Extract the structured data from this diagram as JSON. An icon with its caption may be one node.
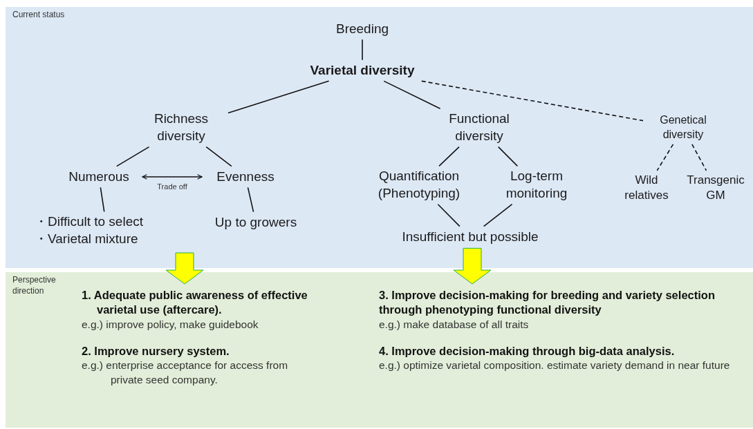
{
  "diagram": {
    "nodes": [
      {
        "text": [
          "Current status"
        ]
      },
      {
        "text": [
          "Breeding"
        ],
        "in": 0
      },
      {
        "text": [
          "Varietal diversity"
        ],
        "in": 0
      },
      {
        "text": [
          "Richness diversity"
        ],
        "in": 0
      },
      {
        "text": [
          "Functional diversity"
        ],
        "in": 0
      },
      {
        "text": [
          "Genetical diversity"
        ],
        "in": 0
      },
      {
        "text": [
          "Numerous"
        ],
        "in": 0
      },
      {
        "text": [
          "Evenness"
        ],
        "in": 0
      },
      {
        "text": [
          "Quantification (Phenotyping)"
        ],
        "in": 0
      },
      {
        "text": [
          "Log-term monitoring"
        ],
        "in": 0
      },
      {
        "text": [
          "Wild relatives"
        ],
        "in": 0
      },
      {
        "text": [
          "Transgenic GM"
        ],
        "in": 0
      },
      {
        "text": [
          "・Difficult to select",
          "・Varietal mixture"
        ],
        "in": 0
      },
      {
        "text": [
          "Up to growers"
        ],
        "in": 0
      },
      {
        "text": [
          "Insufficient but possible"
        ],
        "in": 0
      },
      {
        "text": [
          "Perspective direction"
        ]
      },
      {
        "text": [
          "1. Adequate public awareness of effective varietal use (aftercare).",
          "e.g.) improve policy, make guidebook",
          "2. Improve nursery system.",
          "e.g.) enterprise acceptance for access from private seed company."
        ],
        "in": 15
      },
      {
        "text": [
          "3. Improve decision-making for breeding and variety selection through phenotyping functional diversity",
          "e.g.) make database of all traits",
          "4. Improve decision-making through big-data analysis.",
          "e.g.) optimize varietal composition. estimate variety demand in near future"
        ],
        "in": 15
      }
    ],
    "edges": [
      {
        "from": 1,
        "to": 2,
        "arrow": "none"
      },
      {
        "from": 2,
        "to": 3,
        "arrow": "none"
      },
      {
        "from": 2,
        "to": 4,
        "arrow": "none"
      },
      {
        "from": 2,
        "to": 5,
        "arrow": "none",
        "style": "dashed"
      },
      {
        "from": 3,
        "to": 6,
        "arrow": "none"
      },
      {
        "from": 3,
        "to": 7,
        "arrow": "none"
      },
      {
        "from": 6,
        "to": 7,
        "arrow": "both",
        "label": "Trade off"
      },
      {
        "from": 4,
        "to": 8,
        "arrow": "none"
      },
      {
        "from": 4,
        "to": 9,
        "arrow": "none"
      },
      {
        "from": 5,
        "to": 10,
        "arrow": "none",
        "style": "dashed"
      },
      {
        "from": 5,
        "to": 11,
        "arrow": "none",
        "style": "dashed"
      },
      {
        "from": 6,
        "to": 12,
        "arrow": "none"
      },
      {
        "from": 7,
        "to": 13,
        "arrow": "none"
      },
      {
        "from": 8,
        "to": 14,
        "arrow": "none"
      },
      {
        "from": 9,
        "to": 14,
        "arrow": "none"
      },
      {
        "from": null,
        "to": 16,
        "arrow": "to",
        "style": "thick",
        "color": "#ffff00"
      },
      {
        "from": 14,
        "to": 17,
        "arrow": "to",
        "style": "thick",
        "color": "#ffff00"
      }
    ]
  }
}
